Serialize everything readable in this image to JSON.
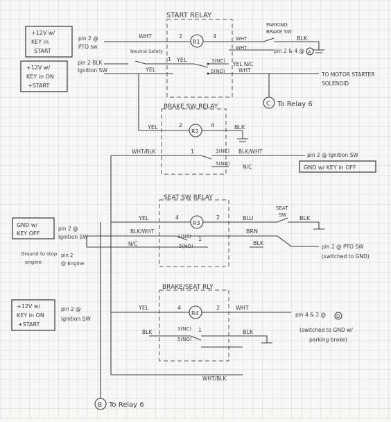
{
  "relays": {
    "start": {
      "title": "START RELAY",
      "coil": "R1"
    },
    "brake": {
      "title": "BRAKE SW RELAY",
      "coil": "R2"
    },
    "seat": {
      "title": "SEAT SW RELAY",
      "coil": "R3"
    },
    "brake_seat": {
      "title": "BRAKE/SEAT RLY",
      "coil": "R4"
    }
  },
  "boxes": {
    "key_start_1": [
      "+12V w/",
      "KEY in",
      "START"
    ],
    "key_on_start_1": [
      "+12V w/",
      "KEY in ON",
      "+START"
    ],
    "key_off_1": [
      "GND w/",
      "KEY OFF"
    ],
    "key_off_2": "GND w/ KEY in OFF",
    "key_on_start_2": [
      "+12V w/",
      "KEY in ON",
      "+START"
    ]
  },
  "labels": {
    "pin2_pto_sw": [
      "pin 2 @",
      "PTO sw"
    ],
    "neutral_safety": "Neutral Safety",
    "pin2_blk": [
      "pin 2 BLK",
      "Ignition SW"
    ],
    "parking_brake_sw": [
      "PARKING",
      "BRAKE SW"
    ],
    "blk_1": "BLK",
    "pin2_and_4_a": "pin 2 & 4 @",
    "motor_starter": [
      "TO MOTOR STARTER",
      "SOLENOID"
    ],
    "to_relay6": "To Relay 6",
    "pin2_ignition_sw_top": [
      "pin 2 @",
      "Ignition SW"
    ],
    "pin2_ignition_sw_bottom": [
      "pin 2 @",
      "Ignition SW"
    ],
    "seat_sw": [
      "SEAT",
      "SW"
    ],
    "pin2_pto_sw_gnd": [
      "pin 2 @ PTO SW",
      "(switched to GND)"
    ],
    "ground_stop": [
      "Ground to stop",
      "engine"
    ],
    "pin2_engine": [
      "pin 2",
      "@ Engine"
    ],
    "pin4_and_2": "pin 4 & 2 @",
    "switched_gnd": [
      "(switched to GND w/",
      "parking brake)"
    ],
    "to_relay6_b": "To Relay 6",
    "pin2_ignition_right": "pin 2 @ Ignition SW"
  },
  "wires": {
    "wht": "WHT",
    "yel": "YEL",
    "blk": "BLK",
    "blu": "BLU",
    "brn": "BRN",
    "wht_blk": "WHT/BLK",
    "blk_wht": "BLK/WHT",
    "nc": "N/C",
    "yel_nc": "YEL N/C",
    "wht_blk_bottom": "WHT/BLK"
  },
  "pins": {
    "p1": "1",
    "p2": "2",
    "p3": "3",
    "p4": "4",
    "p3nc": "3(NC)",
    "p5no": "5(NO)",
    "p3nc_b": "3(NC)",
    "p5no_b": "5(NO)"
  },
  "connectors": {
    "c": "C",
    "a": "A",
    "b": "B",
    "d": "D"
  }
}
